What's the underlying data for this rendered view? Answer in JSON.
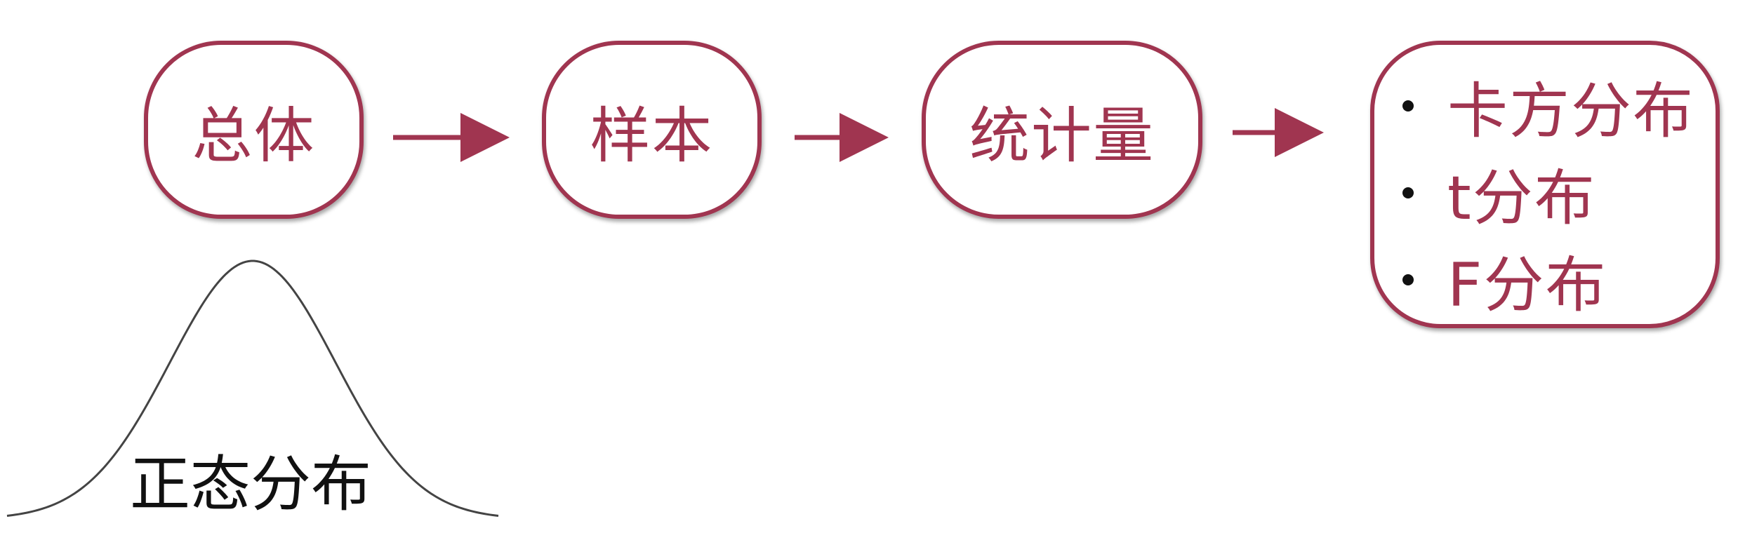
{
  "nodes": {
    "population": "总体",
    "sample": "样本",
    "statistic": "统计量"
  },
  "distributions": [
    "卡方分布",
    "t分布",
    "F分布"
  ],
  "curve_label": "正态分布",
  "colors": {
    "accent": "#a03550",
    "text_dark": "#111111",
    "curve": "#444444"
  }
}
